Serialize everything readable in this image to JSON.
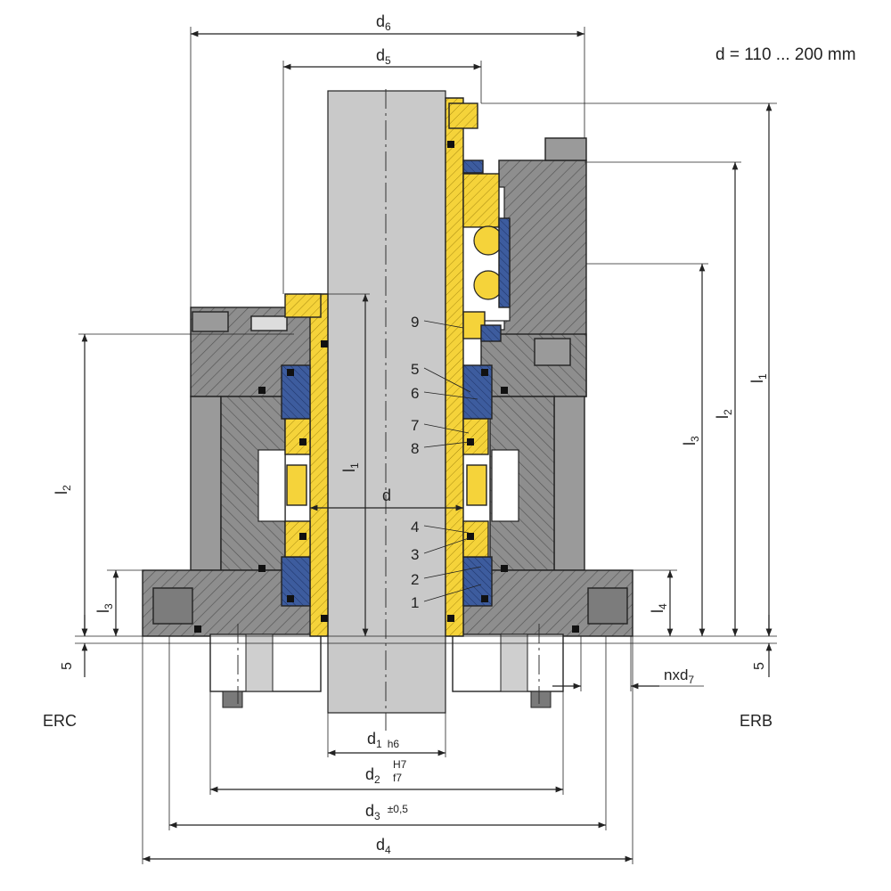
{
  "range_note": "d = 110 ... 200 mm",
  "variants": {
    "left": "ERC",
    "right": "ERB"
  },
  "dimensions": {
    "d6": {
      "base": "d",
      "sub": "6"
    },
    "d5": {
      "base": "d",
      "sub": "5"
    },
    "d": {
      "base": "d",
      "sub": ""
    },
    "d1": {
      "base": "d",
      "sub": "1",
      "tol": "h6"
    },
    "d2": {
      "base": "d",
      "sub": "2",
      "tol_upper": "H7",
      "tol_lower": "f7"
    },
    "d3": {
      "base": "d",
      "sub": "3",
      "tol": "±0,5"
    },
    "d4": {
      "base": "d",
      "sub": "4"
    },
    "l1": {
      "base": "l",
      "sub": "1"
    },
    "l2": {
      "base": "l",
      "sub": "2"
    },
    "l3": {
      "base": "l",
      "sub": "3"
    },
    "l4": {
      "base": "l",
      "sub": "4"
    },
    "five": "5",
    "nxd7": {
      "base": "nxd",
      "sub": "7"
    }
  },
  "part_numbers": [
    "1",
    "2",
    "3",
    "4",
    "5",
    "6",
    "7",
    "8",
    "9"
  ],
  "colors": {
    "housing": "#8c8c8c",
    "shaft": "#c9c9c9",
    "sleeve": "#f5d33a",
    "seal_face": "#3d5c9e",
    "oring": "#111111",
    "bearing": "#f5d33a"
  }
}
